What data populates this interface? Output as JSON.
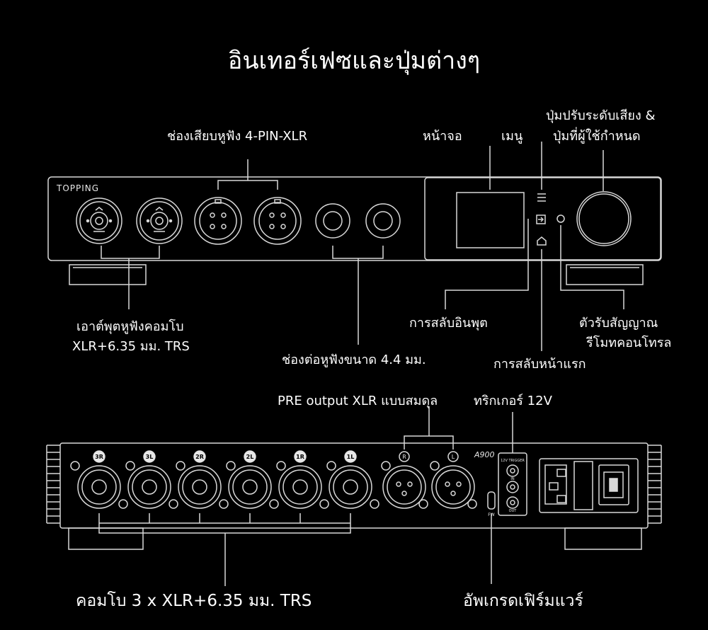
{
  "title": "อินเทอร์เฟซและปุ่มต่างๆ",
  "front": {
    "brand": "TOPPING",
    "labels": {
      "xlr4": "ช่องเสียบหูฟัง 4-PIN-XLR",
      "screen": "หน้าจอ",
      "menu": "เมนู",
      "knob_l1": "ปุ่มปรับระดับเสียง &",
      "knob_l2": "ปุ่มที่ผู้ใช้กำหนด",
      "combo_l1": "เอาต์พุตหูฟังคอมโบ",
      "combo_l2": "XLR+6.35 มม. TRS",
      "pentaconn": "ช่องต่อหูฟังขนาด 4.4 มม.",
      "input_switch": "การสลับอินพุต",
      "ir_l1": "ตัวรับสัญญาณ",
      "ir_l2": "รีโมทคอนโทรล",
      "home_switch": "การสลับหน้าแรก"
    }
  },
  "rear": {
    "model": "A900",
    "combo_tags": [
      "3R",
      "3L",
      "2R",
      "2L",
      "1R",
      "1L"
    ],
    "pre_tags": [
      "R",
      "L"
    ],
    "trigger_box": "12V TRIGGER",
    "trigger_in": "IN",
    "trigger_out": "OUT",
    "fw": "FW",
    "labels": {
      "pre_out": "PRE output XLR แบบสมดุล",
      "trigger": "ทริกเกอร์ 12V",
      "combo3": "คอมโบ 3 x XLR+6.35 มม. TRS",
      "firmware": "อัพเกรดเฟิร์มแวร์"
    }
  }
}
